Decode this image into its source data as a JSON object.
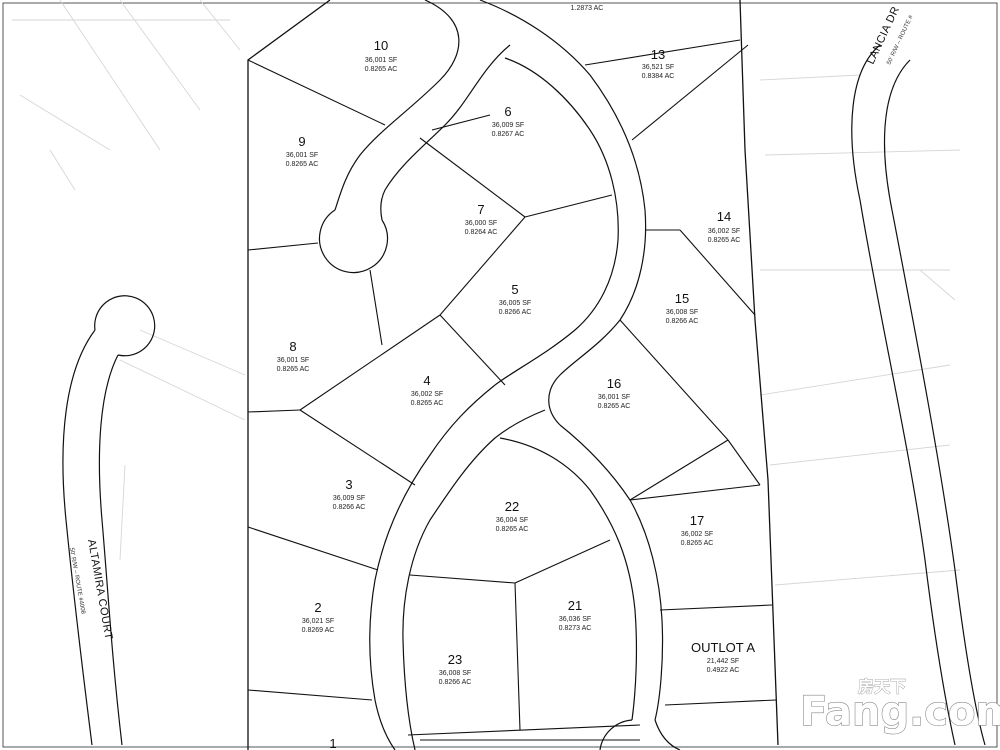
{
  "lots": [
    {
      "id": "lot-11",
      "number": "",
      "sf": "",
      "ac": "1.2873 AC"
    },
    {
      "id": "lot-10",
      "number": "10",
      "sf": "36,001 SF",
      "ac": "0.8265 AC"
    },
    {
      "id": "lot-13",
      "number": "13",
      "sf": "36,521 SF",
      "ac": "0.8384 AC"
    },
    {
      "id": "lot-6",
      "number": "6",
      "sf": "36,009 SF",
      "ac": "0.8267 AC"
    },
    {
      "id": "lot-9",
      "number": "9",
      "sf": "36,001 SF",
      "ac": "0.8265 AC"
    },
    {
      "id": "lot-7",
      "number": "7",
      "sf": "36,000 SF",
      "ac": "0.8264 AC"
    },
    {
      "id": "lot-14",
      "number": "14",
      "sf": "36,002 SF",
      "ac": "0.8265 AC"
    },
    {
      "id": "lot-5",
      "number": "5",
      "sf": "36,005 SF",
      "ac": "0.8266 AC"
    },
    {
      "id": "lot-15",
      "number": "15",
      "sf": "36,008 SF",
      "ac": "0.8266 AC"
    },
    {
      "id": "lot-8",
      "number": "8",
      "sf": "36,001 SF",
      "ac": "0.8265 AC"
    },
    {
      "id": "lot-4",
      "number": "4",
      "sf": "36,002 SF",
      "ac": "0.8265 AC"
    },
    {
      "id": "lot-16",
      "number": "16",
      "sf": "36,001 SF",
      "ac": "0.8265 AC"
    },
    {
      "id": "lot-3",
      "number": "3",
      "sf": "36,009 SF",
      "ac": "0.8266 AC"
    },
    {
      "id": "lot-22",
      "number": "22",
      "sf": "36,004 SF",
      "ac": "0.8265 AC"
    },
    {
      "id": "lot-17",
      "number": "17",
      "sf": "36,002 SF",
      "ac": "0.8265 AC"
    },
    {
      "id": "lot-2",
      "number": "2",
      "sf": "36,021 SF",
      "ac": "0.8269 AC"
    },
    {
      "id": "lot-21",
      "number": "21",
      "sf": "36,036 SF",
      "ac": "0.8273 AC"
    },
    {
      "id": "outlot-a",
      "number": "OUTLOT A",
      "sf": "21,442 SF",
      "ac": "0.4922 AC"
    },
    {
      "id": "lot-23",
      "number": "23",
      "sf": "36,008 SF",
      "ac": "0.8266 AC"
    },
    {
      "id": "lot-1",
      "number": "1",
      "sf": "",
      "ac": ""
    }
  ],
  "streets": {
    "altamira": {
      "name": "ALTAMIRA COURT",
      "sub": "50' R/W – ROUTE #4008"
    },
    "lancia": {
      "name": "LANCIA DR",
      "sub": "50' R/W – ROUTE #"
    }
  },
  "watermark": {
    "brand": "Fang.com",
    "chinese": "房天下"
  }
}
